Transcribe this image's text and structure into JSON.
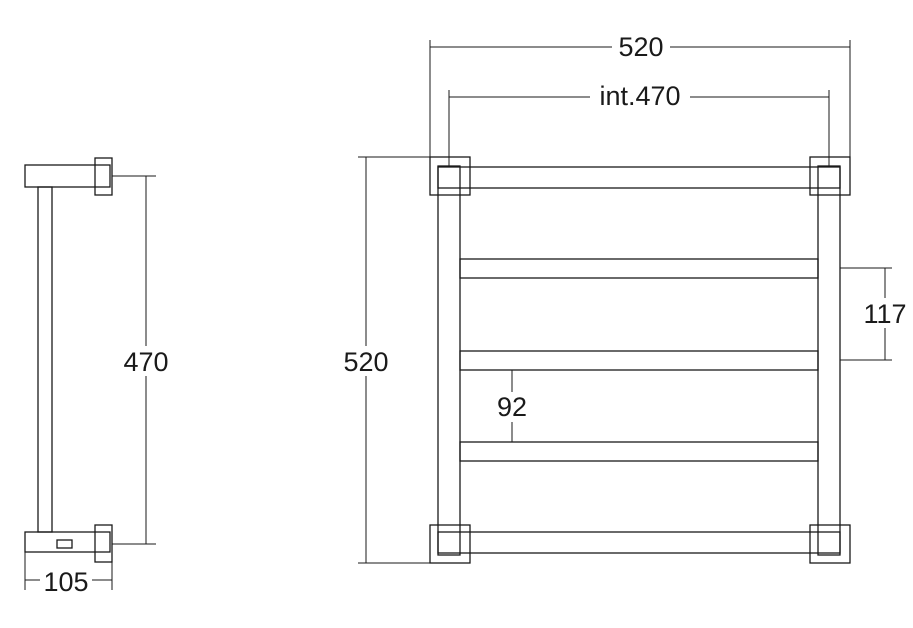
{
  "side_view": {
    "height_label": "470",
    "depth_label": "105"
  },
  "front_view": {
    "overall_width_label": "520",
    "internal_width_label": "int.470",
    "overall_height_label": "520",
    "rail_spacing_label": "92",
    "bar_pitch_label": "117"
  },
  "colors": {
    "line": "#1a1a1a",
    "background": "#ffffff"
  }
}
